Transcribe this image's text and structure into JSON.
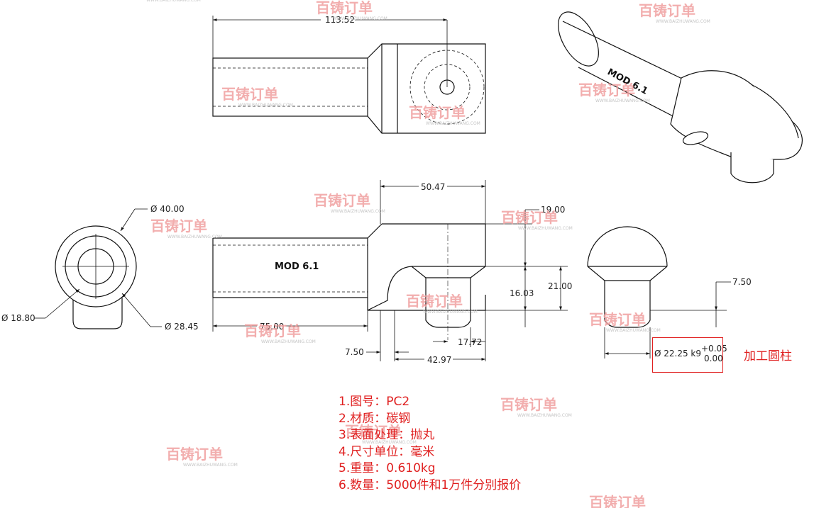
{
  "views": {
    "top": {
      "overall_length": "113.52"
    },
    "front": {
      "part_label": "MOD 6.1",
      "dims": {
        "head_length": "50.47",
        "shank_length": "75.00",
        "top_offset": "19.00",
        "hole_depth": "16.03",
        "head_height": "21.00",
        "hole_offset": "17.72",
        "end_offset": "7.50",
        "base_length": "42.97"
      }
    },
    "end": {
      "outer_dia": "Ø 40.00",
      "inner_dia": "Ø 18.80",
      "mid_dia": "Ø 28.45"
    },
    "section": {
      "depth": "7.50",
      "tol_dia": "Ø 22.25 k9",
      "tol_upper": "+0.05",
      "tol_lower": "0.00"
    },
    "iso": {
      "part_label": "MOD 6.1"
    }
  },
  "annotation": {
    "machining_note": "加工圆柱"
  },
  "notes": [
    "1.图号：PC2",
    "2.材质：碳钢",
    "3.表面处理：抛丸",
    "4.尺寸单位：毫米",
    "5.重量：0.610kg",
    "6.数量：5000件和1万件分别报价"
  ],
  "watermark": {
    "logo": "百铸订单",
    "url": "WWW.BAIZHUWANG.COM"
  },
  "colors": {
    "line": "#111111",
    "note": "#e02020",
    "watermark": "#f0a0a0"
  }
}
